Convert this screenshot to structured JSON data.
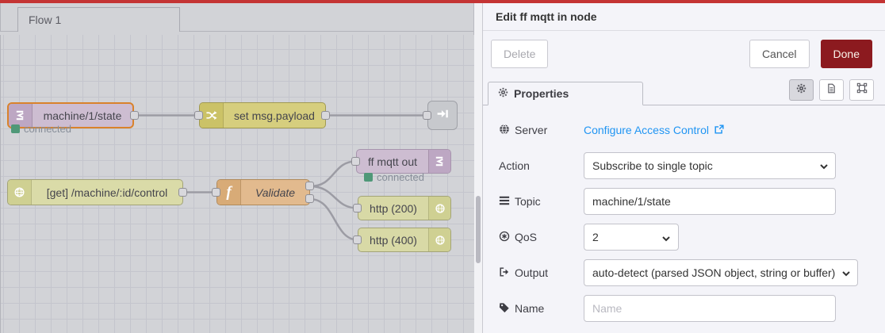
{
  "colors": {
    "topbar_red": "#c43434",
    "done_button_red": "#8c1a1f",
    "link_blue": "#2095f3",
    "status_green": "#4f9878",
    "selected_node_orange": "#d9822b"
  },
  "editor": {
    "tab_label": "Flow 1",
    "nodes": {
      "mqtt_in": {
        "label": "machine/1/state",
        "status": "connected"
      },
      "change": {
        "label": "set msg.payload"
      },
      "http_in": {
        "label": "[get] /machine/:id/control"
      },
      "function": {
        "label": "Validate"
      },
      "mqtt_out": {
        "label": "ff mqtt out",
        "status": "connected"
      },
      "http_response_200": {
        "label": "http (200)"
      },
      "http_response_400": {
        "label": "http (400)"
      }
    }
  },
  "panel": {
    "title": "Edit ff mqtt in node",
    "delete_label": "Delete",
    "cancel_label": "Cancel",
    "done_label": "Done",
    "properties_tab": "Properties",
    "fields": {
      "server": {
        "label": "Server",
        "link_text": "Configure Access Control"
      },
      "action": {
        "label": "Action",
        "value": "Subscribe to single topic"
      },
      "topic": {
        "label": "Topic",
        "value": "machine/1/state"
      },
      "qos": {
        "label": "QoS",
        "value": "2"
      },
      "output": {
        "label": "Output",
        "value": "auto-detect (parsed JSON object, string or buffer)"
      },
      "name": {
        "label": "Name",
        "placeholder": "Name"
      }
    }
  }
}
